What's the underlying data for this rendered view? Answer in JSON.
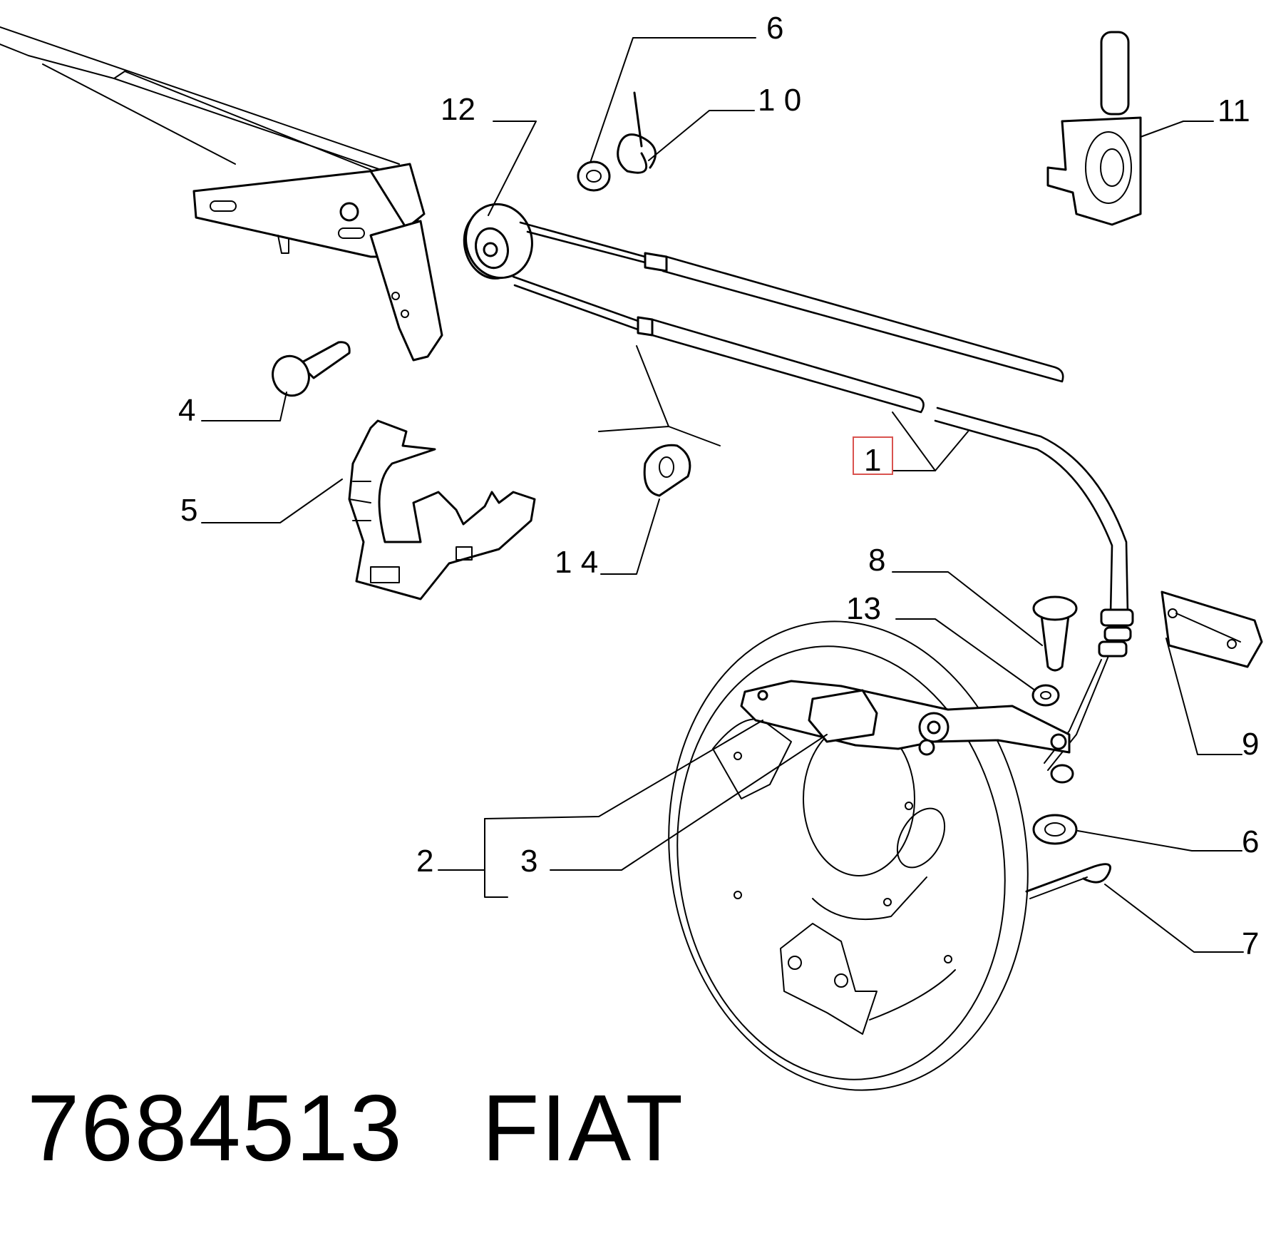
{
  "diagram": {
    "callouts": [
      {
        "id": "1",
        "text": "1"
      },
      {
        "id": "2",
        "text": "2"
      },
      {
        "id": "3",
        "text": "3"
      },
      {
        "id": "4",
        "text": "4"
      },
      {
        "id": "5",
        "text": "5"
      },
      {
        "id": "6a",
        "text": "6"
      },
      {
        "id": "6b",
        "text": "6"
      },
      {
        "id": "7",
        "text": "7"
      },
      {
        "id": "8",
        "text": "8"
      },
      {
        "id": "9",
        "text": "9"
      },
      {
        "id": "10",
        "text": "1 0"
      },
      {
        "id": "11",
        "text": "11"
      },
      {
        "id": "12",
        "text": "12"
      },
      {
        "id": "13",
        "text": "13"
      },
      {
        "id": "14",
        "text": "1 4"
      }
    ],
    "highlight_color": "#d9534f"
  },
  "footer": {
    "part_number": "7684513",
    "brand": "FIAT"
  }
}
